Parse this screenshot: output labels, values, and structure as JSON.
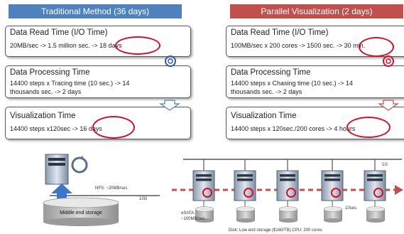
{
  "colors": {
    "blue_header": "#4f81bd",
    "red_header": "#c0504d",
    "accent_red": "#d0102a"
  },
  "left": {
    "header": "Traditional Method (36 days)",
    "read_title": "Data Read Time (I/O Time)",
    "read_detail": "20MB/sec -> 1.5 million sec. -> 18 days",
    "proc_title": "Data Processing Time",
    "proc_detail_1": "14400 steps x Tracing time (10 sec.) -> 14",
    "proc_detail_2": "thousands sec. -> 2 days",
    "vis_title": "Visualization Time",
    "vis_detail": "14400 steps x120sec -> 16 days"
  },
  "right": {
    "header": "Parallel Visualization (2 days)",
    "read_title": "Data Read Time (I/O Time)",
    "read_detail": "100MB/sec x 200 cores -> 1500 sec. -> 30 min.",
    "proc_title": "Data Processing Time",
    "proc_detail_1": "14400 steps x Chasing time (10 sec.) -> 14",
    "proc_detail_2": "thousands sec. -> 2 days",
    "vis_title": "Visualization Time",
    "vis_detail": "14400 steps x 120sec./200 cores -> 4 hours"
  },
  "diagram_left": {
    "nfs_label": "NFS: ~20MB/sec",
    "net_label": "10G",
    "storage_label": "Middle end storage"
  },
  "diagram_right": {
    "net_label": "1G",
    "esata_label_1": "eSATA:",
    "esata_label_2": "~100MB/sec",
    "tengig_label": "10sec.",
    "disk_label": "Disk: Low end storage ($160/TB)      CPU: 200 cores"
  }
}
